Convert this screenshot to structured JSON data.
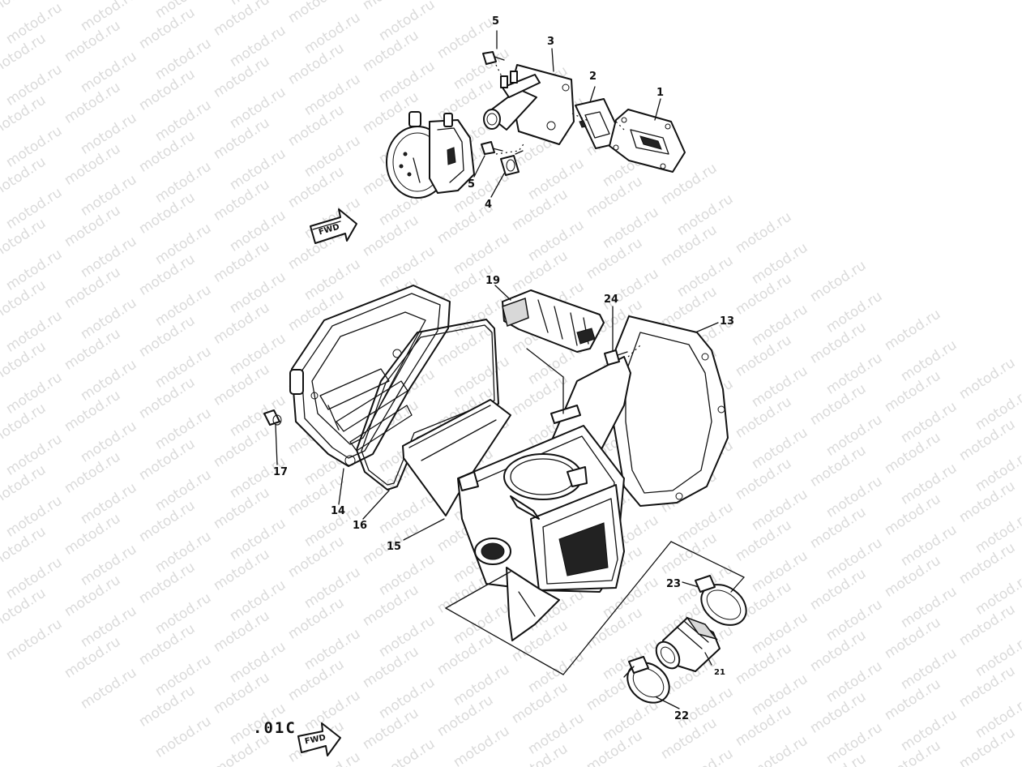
{
  "watermark": "motod.ru",
  "callouts": {
    "c1": "1",
    "c2": "2",
    "c3": "3",
    "c4": "4",
    "c5a": "5",
    "c5b": "5",
    "c13": "13",
    "c14": "14",
    "c15": "15",
    "c16": "16",
    "c17": "17",
    "c19": "19",
    "c21": "21",
    "c22": "22",
    "c23": "23",
    "c24": "24"
  },
  "fwd_arrows": {
    "top": "FWD",
    "bottom": "FWD"
  },
  "page_code": ".01C"
}
